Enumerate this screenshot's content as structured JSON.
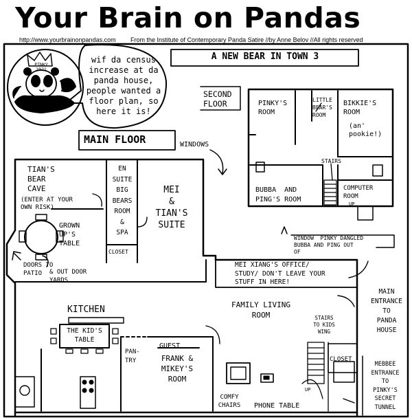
{
  "header": {
    "title": "Your Brain on Pandas",
    "url": "http://www.yourbrainonpandas.com",
    "credit": "From the Institute of Contemporary Panda Satire  //by Anne Belov //All rights reserved"
  },
  "panel": {
    "strip_title": "A NEW BEAR IN TOWN 3",
    "crown_text": "PINKY 2021",
    "speech": "wif da census\nincrease at da\npanda house,\npeople wanted a\nfloor plan, so\nhere it is!",
    "second_floor_label": "SECOND\nFLOOR",
    "main_floor_label": "MAIN FLOOR",
    "windows_label": "WINDOWS",
    "second_floor": {
      "pinky_room": "PINKY'S\nROOM",
      "little_bear_room": "LITTLE\nBEAR'S\nROOM",
      "bikkie_room": "BIKKIE'S\nROOM",
      "bikkie_note": "(an'\npookie!)",
      "stairs": "STAIRS",
      "bubba_ping_room": "BUBBA  AND\nPING'S ROOM",
      "computer_room": "COMPUTER\nROOM",
      "up": "UP",
      "window_note": "WINDOW  PINKY DANGLED\nBUBBA AND PING OUT\nOF"
    },
    "main_floor": {
      "tian_cave": "TIAN'S\nBEAR\nCAVE",
      "tian_cave_note": "(ENTER AT your\nOWN RISK)",
      "en_suite": "EN\nSUITE\nBIG\nBEARS\nROOM\n&\nSPA",
      "closet_upper": "CLOSET",
      "mei_tian_suite": "MEI\n&\nTIAN'S\nSUITE",
      "grownups_table": "GROWN\nUP'S\nTABLE",
      "doors_patio": "DOORS TO\nPATIO",
      "outdoor_yards": "& OUT DOOR\nYARDS",
      "office": "MEI XIANG'S OFFICE/\nSTUDY/ DON'T LEAVE YOUR\nSTUFF IN HERE!",
      "main_entrance": "MAIN\nENTRANCE\nTO\nPANDA\nHOUSE",
      "family_room": "FAMILY LIVING\nROOM",
      "kitchen": "KITCHEN",
      "kids_table": "THE KID'S\nTABLE",
      "pantry": "PAN-\nTRY",
      "guest_struck": "GUEST",
      "frank_mikey": "FRANK &\nMIKEY'S\nROOM",
      "stairs_kids": "STAIRS\nTO KIDS\nWING",
      "up2": "UP",
      "closet_lower": "CLOSET",
      "secret_tunnel": "MEBBEE\nENTRANCE\nTO\nPINKY'S\nSECRET\nTUNNEL",
      "comfy_chairs": "COMFY\nCHAIRS",
      "phone_table": "PHONE TABLE"
    }
  }
}
